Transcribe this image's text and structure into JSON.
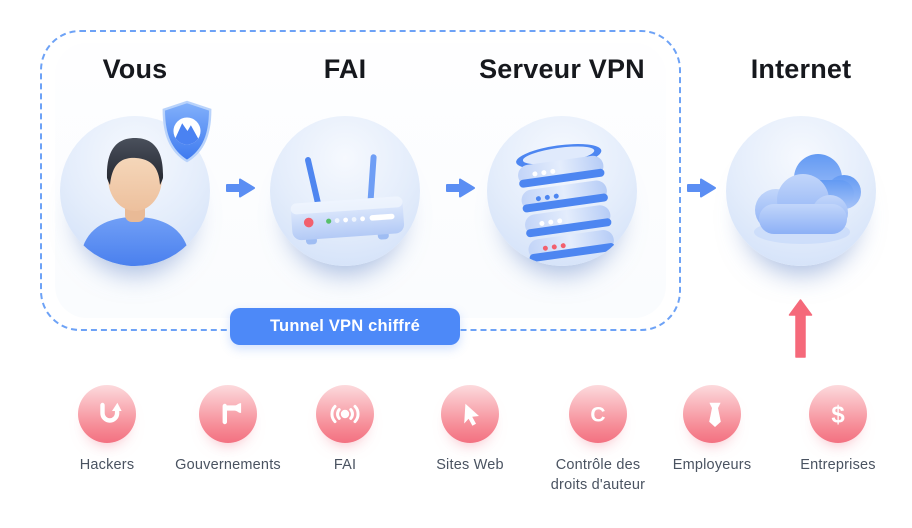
{
  "diagram": {
    "box": {
      "border_color": "#6da2f6"
    },
    "nodes": [
      {
        "id": "vous",
        "label": "Vous",
        "icon": "user-avatar-with-vpn-shield"
      },
      {
        "id": "fai",
        "label": "FAI",
        "icon": "wifi-router"
      },
      {
        "id": "serveur-vpn",
        "label": "Serveur VPN",
        "icon": "server-stack"
      },
      {
        "id": "internet",
        "label": "Internet",
        "icon": "clouds"
      }
    ],
    "tunnel_badge": {
      "label": "Tunnel VPN chiffré",
      "bg_color": "#4d89f8",
      "text_color": "#ffffff"
    },
    "flow_arrow_color": "#5b8ef3",
    "threat_arrow_color": "#f5697a",
    "threats": {
      "circle_gradient": [
        "#fcdadd",
        "#f37181"
      ],
      "label_color": "#4a5361",
      "items": [
        {
          "label": "Hackers",
          "icon": "fishhook-icon"
        },
        {
          "label": "Gouvernements",
          "icon": "flag-icon"
        },
        {
          "label": "FAI",
          "icon": "broadcast-icon"
        },
        {
          "label": "Sites Web",
          "icon": "cursor-icon"
        },
        {
          "label": "Contrôle des droits d'auteur",
          "icon": "copyright-c-icon",
          "glyph": "C"
        },
        {
          "label": "Employeurs",
          "icon": "necktie-icon"
        },
        {
          "label": "Entreprises",
          "icon": "dollar-icon",
          "glyph": "$"
        }
      ]
    }
  }
}
